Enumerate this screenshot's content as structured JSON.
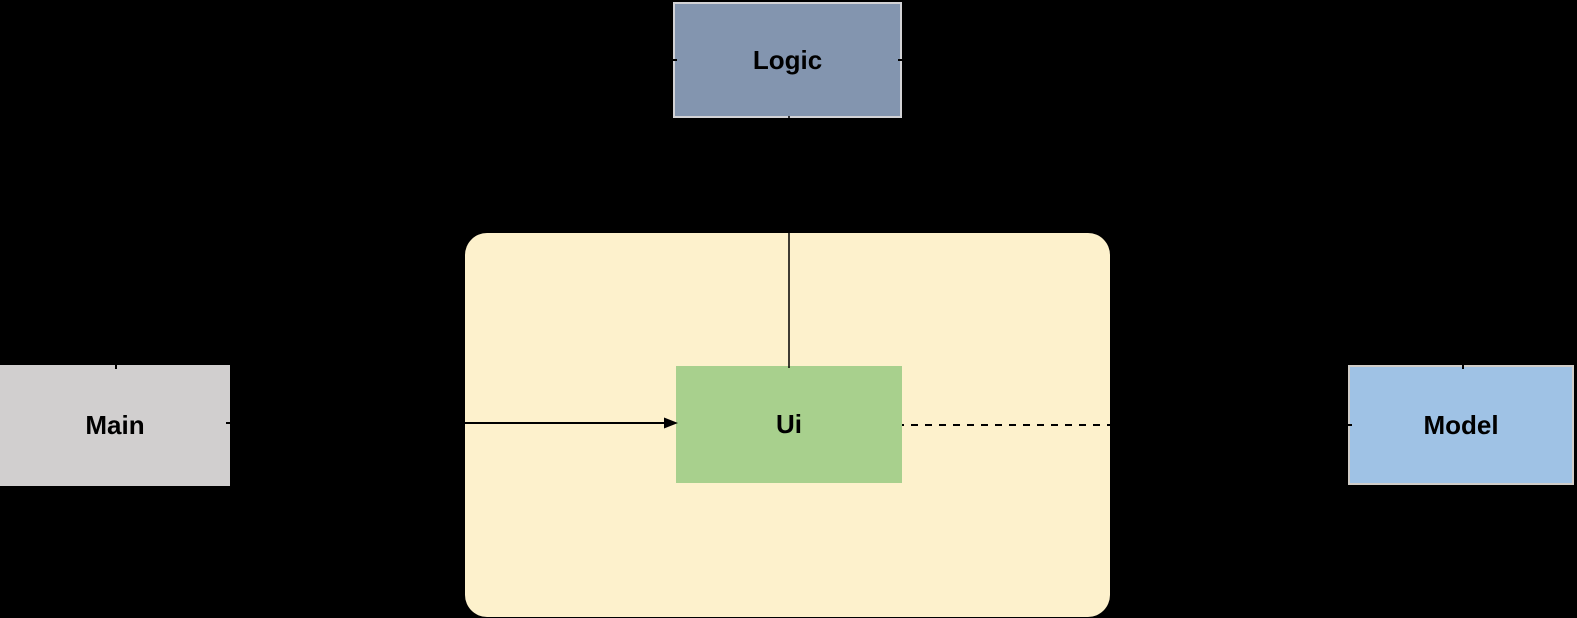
{
  "canvas": {
    "background": "#000000"
  },
  "diagram": {
    "nodes": [
      {
        "id": "logic",
        "label": "Logic",
        "fill": "#8395AF",
        "border": "#D3D3D6",
        "text_color": "#000000"
      },
      {
        "id": "main",
        "label": "Main",
        "fill": "#D1CFCF",
        "border": "#D1CFCF",
        "text_color": "#000000"
      },
      {
        "id": "ui",
        "label": "Ui",
        "fill": "#A8D08D",
        "border": "#A8D08D",
        "text_color": "#000000"
      },
      {
        "id": "model",
        "label": "Model",
        "fill": "#9FC2E5",
        "border": "#D0CDC8",
        "text_color": "#000000"
      }
    ],
    "container": {
      "id": "ui-group",
      "label": "",
      "fill": "#FDF1CC"
    },
    "connectors": [
      {
        "id": "logic-to-ui",
        "from": "Logic",
        "to": "Ui",
        "style": "solid-line",
        "color": "#000000"
      },
      {
        "id": "main-to-ui",
        "from": "Main",
        "to": "Ui",
        "style": "solid-arrow",
        "color": "#000000"
      },
      {
        "id": "ui-to-model",
        "from": "Ui",
        "to": "Model",
        "style": "dashed-line",
        "color": "#000000"
      },
      {
        "id": "main-to-logic",
        "from": "Main",
        "to": "Logic",
        "style": "hidden-on-black",
        "color": "#000000"
      },
      {
        "id": "logic-to-model",
        "from": "Logic",
        "to": "Model",
        "style": "hidden-on-black",
        "color": "#000000"
      }
    ]
  }
}
